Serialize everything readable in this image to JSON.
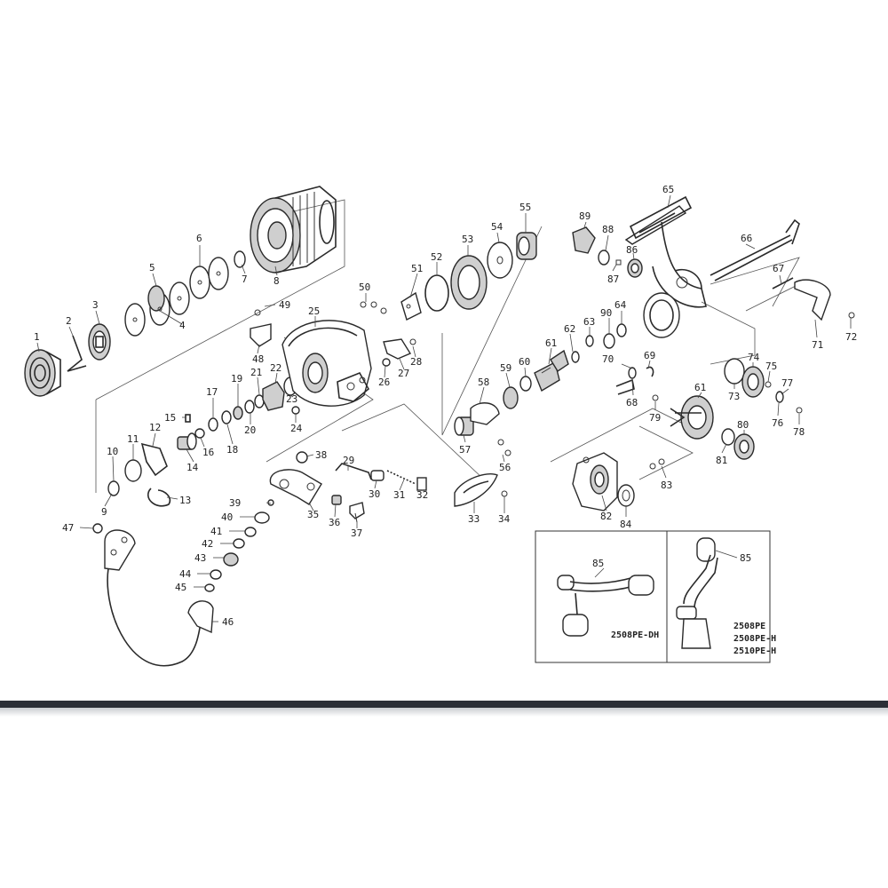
{
  "diagram": {
    "part_numbers": [
      "1",
      "2",
      "3",
      "4",
      "5",
      "6",
      "7",
      "8",
      "9",
      "10",
      "11",
      "12",
      "13",
      "14",
      "15",
      "16",
      "17",
      "18",
      "19",
      "20",
      "21",
      "22",
      "23",
      "24",
      "25",
      "26",
      "27",
      "28",
      "29",
      "30",
      "31",
      "32",
      "33",
      "34",
      "35",
      "36",
      "37",
      "38",
      "39",
      "40",
      "41",
      "42",
      "43",
      "44",
      "45",
      "46",
      "47",
      "48",
      "49",
      "50",
      "51",
      "52",
      "53",
      "54",
      "55",
      "56",
      "57",
      "58",
      "59",
      "60",
      "61",
      "62",
      "63",
      "64",
      "65",
      "66",
      "67",
      "68",
      "69",
      "70",
      "71",
      "72",
      "73",
      "74",
      "75",
      "76",
      "77",
      "78",
      "79",
      "80",
      "81",
      "82",
      "83",
      "84",
      "85",
      "86",
      "87",
      "88",
      "89",
      "90"
    ],
    "inset_variants": {
      "left": "2508PE-DH",
      "right": [
        "2508PE",
        "2508PE-H",
        "2510PE-H"
      ]
    },
    "colors": {
      "ink": "#2a2a2a",
      "background": "#ffffff",
      "footer_bar": "#2b2f36"
    }
  }
}
